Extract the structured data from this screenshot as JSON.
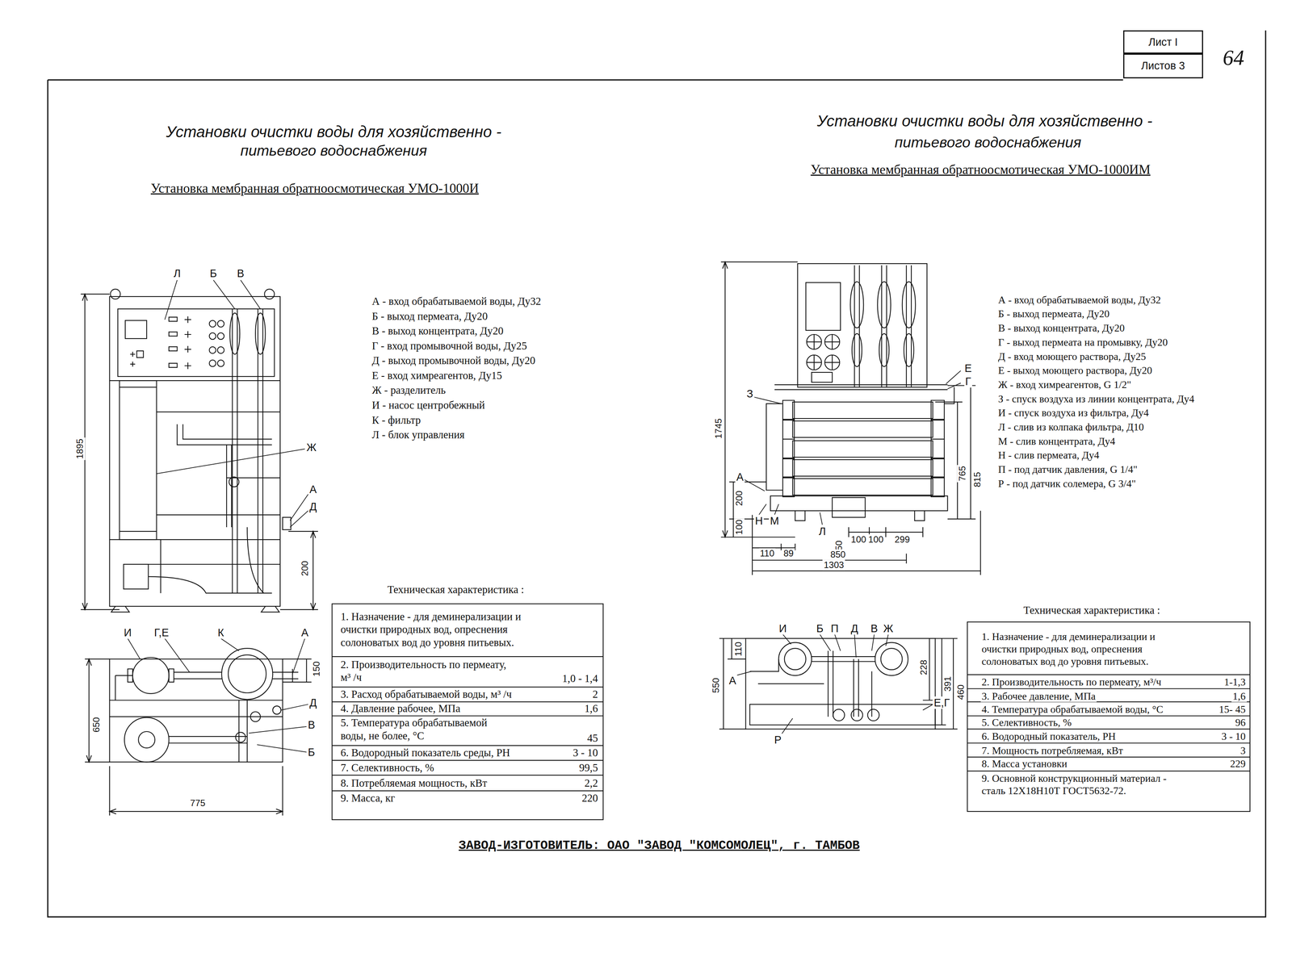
{
  "diagram": {
    "nodes": [
      {
        "text": [
          "Лист I"
        ]
      },
      {
        "text": [
          "Листов 3"
        ]
      }
    ],
    "labels": [
      "Установки очистки воды для хозяйственно -",
      "питьевого водоснабжения",
      "Установка мембранная обратноосмотическая УМО-1000И",
      "Установки очистки воды для хозяйственно -",
      "питьевого водоснабжения",
      "Установка мембранная обратноосмотическая УМО-1000ИМ",
      "А - вход обрабатываемой воды, Ду32",
      "Б - выход пермеата, Ду20",
      "В - выход концентрата, Ду20",
      "Г - вход промывочной воды, Ду25",
      "Д - выход промывочной воды, Ду20",
      "Е - вход химреагентов, Ду15",
      "Ж - разделитель",
      "И - насос центробежный",
      "К - фильтр",
      "Л - блок управления",
      "А - вход обрабатываемой воды, Ду32",
      "Б - выход пермеата, Ду20",
      "В - выход концентрата, Ду20",
      "Г - выход пермеата на промывку, Ду20",
      "Д - вход моющего раствора, Ду25",
      "Е - выход моющего раствора, Ду20",
      "Ж - вход химреагентов, G 1/2\"",
      "З - спуск воздуха из линии концентрата, Ду4",
      "И - спуск воздуха из фильтра, Ду4",
      "Л - слив из колпака фильтра, Д10",
      "М - слив концентрата, Ду4",
      "Н - слив пермеата, Ду4",
      "П - под датчик давления, G 1/4\"",
      "Р - под датчик солемера, G 3/4\"",
      "Л",
      "Б",
      "В",
      "Ж",
      "А",
      "Д",
      "1895",
      "200",
      "И",
      "Г,Е",
      "К",
      "А",
      "Д",
      "В",
      "Б",
      "650",
      "150",
      "775",
      "1745",
      "З",
      "Е",
      "Г",
      "765",
      "815",
      "А",
      "200",
      "100",
      "Н",
      "М",
      "Л",
      "50",
      "100",
      "100",
      "299",
      "110",
      "89",
      "850",
      "1303",
      "И",
      "Б",
      "П",
      "Д",
      "В",
      "Ж",
      "550",
      "110",
      "А",
      "228",
      "391",
      "460",
      "Е,Г",
      "Р",
      "Техническая характеристика :",
      "1. Назначение - для деминерализации и очистки природных вод, опреснения солоноватых вод до уровня питьевых.",
      "2. Производительность по пермеату, м³ /ч",
      "1,0 - 1,4",
      "3. Расход обрабатываемой воды, м³ /ч",
      "2",
      "4. Давление рабочее, МПа",
      "1,6",
      "5. Температура обрабатываемой воды, не более, °С",
      "45",
      "6. Водородный показатель среды, PH",
      "3 - 10",
      "7. Селективность, %",
      "99,5",
      "8. Потребляемая мощность, кВт",
      "2,2",
      "9. Масса, кг",
      "220",
      "Техническая характеристика :",
      "1. Назначение - для деминерализации и очистки природных вод, опреснения солоноватых вод до уровня питьевых.",
      "2. Производительность по пермеату, м³/ч",
      "1-1,3",
      "3. Рабочее давление, МПа",
      "1,6",
      "4. Температура обрабатываемой воды, °С",
      "15- 45",
      "5. Селективность, %",
      "96",
      "6. Водородный показатель, PH",
      "3 - 10",
      "7. Мощность потребляемая, кВт",
      "3",
      "8. Масса установки",
      "229",
      "9. Основной конструкционный материал - сталь 12Х18Н10Т ГОСТ5632-72.",
      "ЗАВОД-ИЗГОТОВИТЕЛЬ: ОАО \"ЗАВОД \"КОМСОМОЛЕЦ\", г. ТАМБОВ",
      "64"
    ]
  }
}
